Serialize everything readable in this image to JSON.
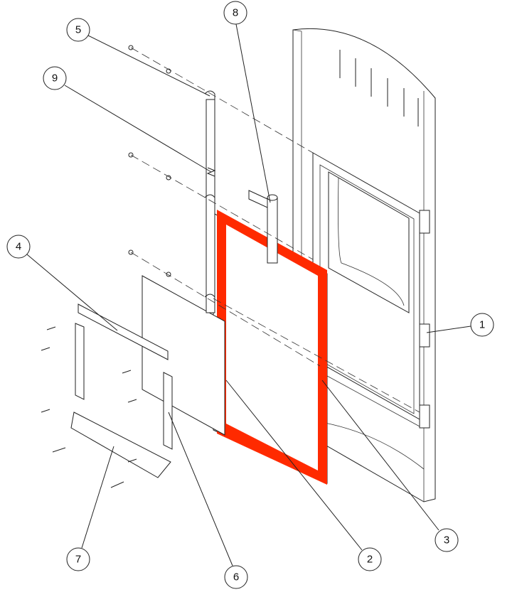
{
  "diagram": {
    "highlight_color": "#ff2a00",
    "callouts": [
      {
        "id": "c5",
        "label": "5"
      },
      {
        "id": "c8",
        "label": "8"
      },
      {
        "id": "c9",
        "label": "9"
      },
      {
        "id": "c4",
        "label": "4"
      },
      {
        "id": "c1",
        "label": "1"
      },
      {
        "id": "c3",
        "label": "3"
      },
      {
        "id": "c2",
        "label": "2"
      },
      {
        "id": "c7",
        "label": "7"
      },
      {
        "id": "c6",
        "label": "6"
      }
    ]
  }
}
